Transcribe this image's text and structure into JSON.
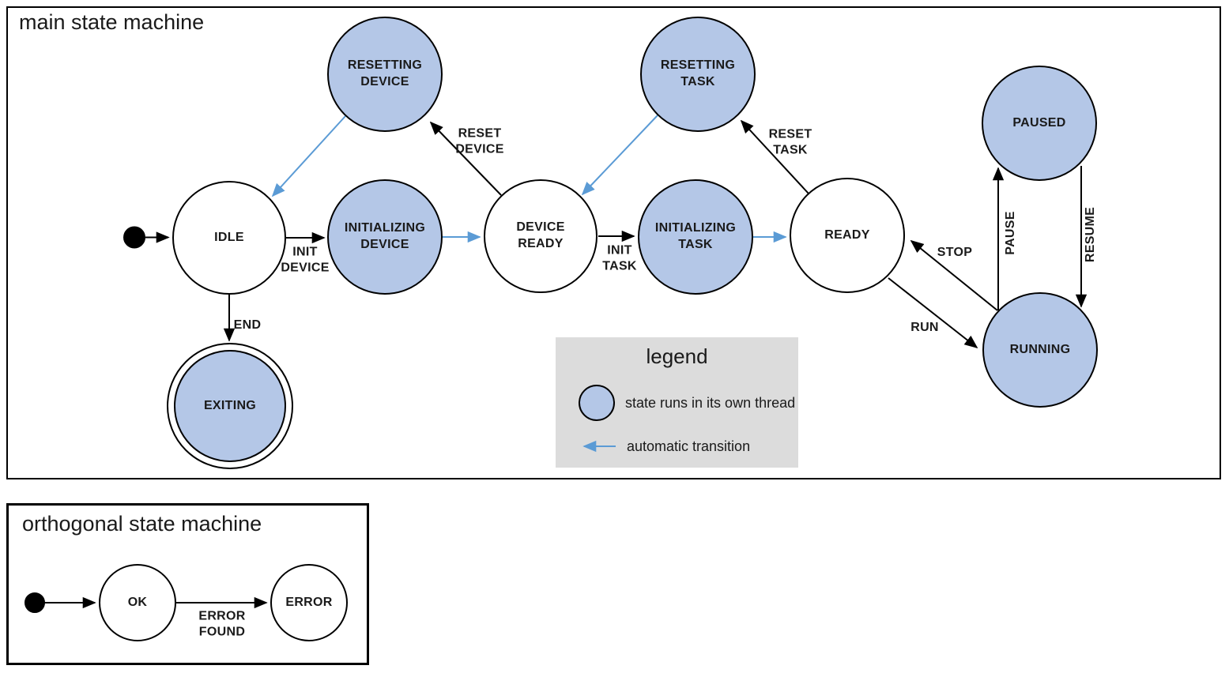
{
  "colors": {
    "state_thread_fill": "#b4c7e7",
    "automatic_transition": "#5b9bd5",
    "legend_background": "#dcdcdc",
    "stroke": "#000000"
  },
  "main": {
    "title": "main state machine",
    "nodes": [
      {
        "id": "idle",
        "label": "IDLE",
        "threaded": false
      },
      {
        "id": "resetting-device",
        "label": "RESETTING\nDEVICE",
        "threaded": true
      },
      {
        "id": "initializing-device",
        "label": "INITIALIZING\nDEVICE",
        "threaded": true
      },
      {
        "id": "device-ready",
        "label": "DEVICE\nREADY",
        "threaded": false
      },
      {
        "id": "resetting-task",
        "label": "RESETTING\nTASK",
        "threaded": true
      },
      {
        "id": "initializing-task",
        "label": "INITIALIZING\nTASK",
        "threaded": true
      },
      {
        "id": "ready",
        "label": "READY",
        "threaded": false
      },
      {
        "id": "paused",
        "label": "PAUSED",
        "threaded": true
      },
      {
        "id": "running",
        "label": "RUNNING",
        "threaded": true
      },
      {
        "id": "exiting",
        "label": "EXITING",
        "threaded": true,
        "final_state": true
      }
    ],
    "edges": [
      {
        "label": "INIT\nDEVICE",
        "from": "IDLE",
        "to": "INITIALIZING DEVICE",
        "type": "manual"
      },
      {
        "label": "RESET\nDEVICE",
        "from": "DEVICE READY",
        "to": "RESETTING DEVICE",
        "type": "manual"
      },
      {
        "label": "INIT\nTASK",
        "from": "DEVICE READY",
        "to": "INITIALIZING TASK",
        "type": "manual"
      },
      {
        "label": "RESET\nTASK",
        "from": "READY",
        "to": "RESETTING TASK",
        "type": "manual"
      },
      {
        "label": "STOP",
        "from": "RUNNING",
        "to": "READY",
        "type": "manual"
      },
      {
        "label": "RUN",
        "from": "READY",
        "to": "RUNNING",
        "type": "manual"
      },
      {
        "label": "PAUSE",
        "from": "RUNNING",
        "to": "PAUSED",
        "type": "manual"
      },
      {
        "label": "RESUME",
        "from": "PAUSED",
        "to": "RUNNING",
        "type": "manual"
      },
      {
        "label": "END",
        "from": "IDLE",
        "to": "EXITING",
        "type": "manual"
      },
      {
        "label": "",
        "from": "INITIALIZING DEVICE",
        "to": "DEVICE READY",
        "type": "automatic"
      },
      {
        "label": "",
        "from": "RESETTING DEVICE",
        "to": "IDLE",
        "type": "automatic"
      },
      {
        "label": "",
        "from": "INITIALIZING TASK",
        "to": "READY",
        "type": "automatic"
      },
      {
        "label": "",
        "from": "RESETTING TASK",
        "to": "DEVICE READY",
        "type": "automatic"
      },
      {
        "label": "",
        "from": "initial",
        "to": "IDLE",
        "type": "initial"
      }
    ],
    "legend": {
      "title": "legend",
      "thread_label": "state runs in its own thread",
      "auto_label": "automatic transition"
    }
  },
  "orthogonal": {
    "title": "orthogonal state machine",
    "nodes": [
      {
        "id": "ok",
        "label": "OK",
        "threaded": false
      },
      {
        "id": "error",
        "label": "ERROR",
        "threaded": false
      }
    ],
    "edges": [
      {
        "label": "ERROR\nFOUND",
        "from": "OK",
        "to": "ERROR",
        "type": "manual"
      },
      {
        "label": "",
        "from": "initial",
        "to": "OK",
        "type": "initial"
      }
    ]
  }
}
